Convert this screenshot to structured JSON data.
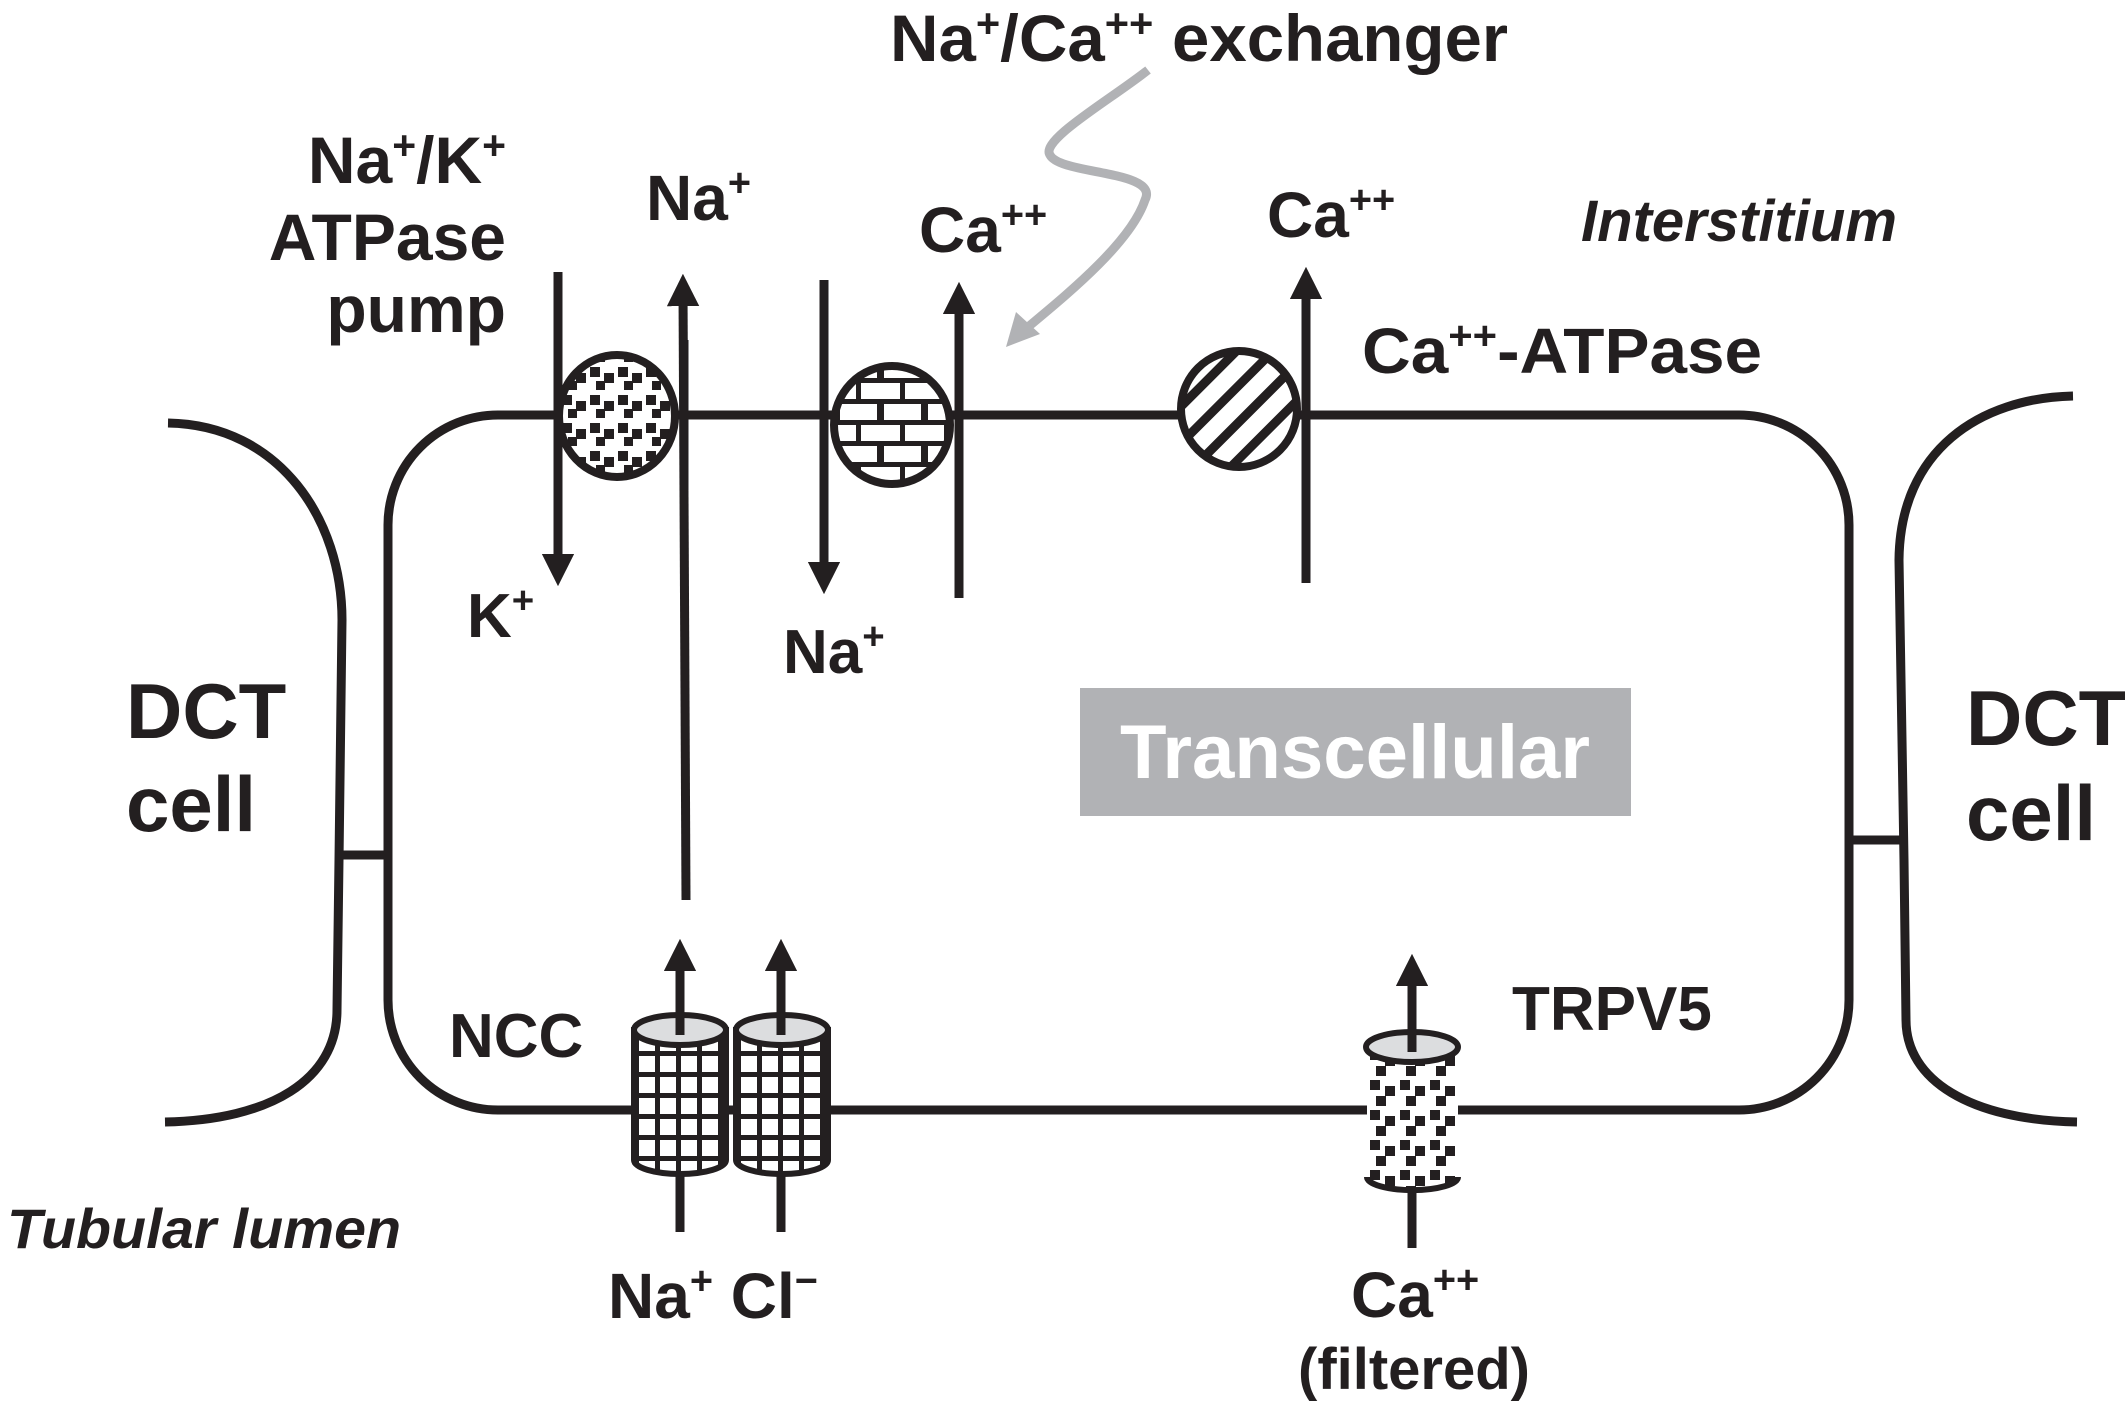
{
  "title": "Distal convoluted tubule transcellular Ca++ and NaCl transport",
  "colors": {
    "ink": "#231f20",
    "gray_arrow": "#b1b2b5",
    "transcellular_box": "#b1b2b5",
    "channel_cap": "#dcdddf"
  },
  "regions": {
    "interstitium": "Interstitium",
    "tubular_lumen": "Tubular lumen"
  },
  "cells": {
    "left_cell": [
      "DCT",
      "cell"
    ],
    "right_cell": [
      "DCT",
      "cell"
    ]
  },
  "pathway_label": "Transcellular",
  "transporters": {
    "na_k_pump": {
      "label_lines": [
        {
          "base": "Na",
          "sup": "+",
          "mid": "/K",
          "sup2": "+"
        },
        {
          "base": "ATPase"
        },
        {
          "base": "pump"
        }
      ],
      "pattern": "dots",
      "ions": [
        {
          "ion": "Na",
          "charge": "+",
          "direction": "out"
        },
        {
          "ion": "K",
          "charge": "+",
          "direction": "in"
        }
      ]
    },
    "na_ca_exchanger": {
      "label": {
        "a": "Na",
        "a_sup": "+",
        "b": "/Ca",
        "b_sup": "++",
        "c": " exchanger"
      },
      "pattern": "bricks",
      "ions": [
        {
          "ion": "Ca",
          "charge": "++",
          "direction": "out"
        },
        {
          "ion": "Na",
          "charge": "+",
          "direction": "in"
        }
      ]
    },
    "ca_atpase": {
      "label": {
        "base": "Ca",
        "sup": "++",
        "rest": "-ATPase"
      },
      "pattern": "diagonal-stripes",
      "ions": [
        {
          "ion": "Ca",
          "charge": "++",
          "direction": "out"
        }
      ]
    },
    "ncc": {
      "label": "NCC",
      "pattern": "grid",
      "ions": [
        {
          "ion": "Na",
          "charge": "+",
          "direction": "in"
        },
        {
          "ion": "Cl",
          "charge": "−",
          "direction": "in"
        }
      ]
    },
    "trpv5": {
      "label": "TRPV5",
      "pattern": "dots",
      "ions": [
        {
          "ion": "Ca",
          "charge": "++",
          "direction": "in",
          "note": "(filtered)"
        }
      ]
    }
  }
}
